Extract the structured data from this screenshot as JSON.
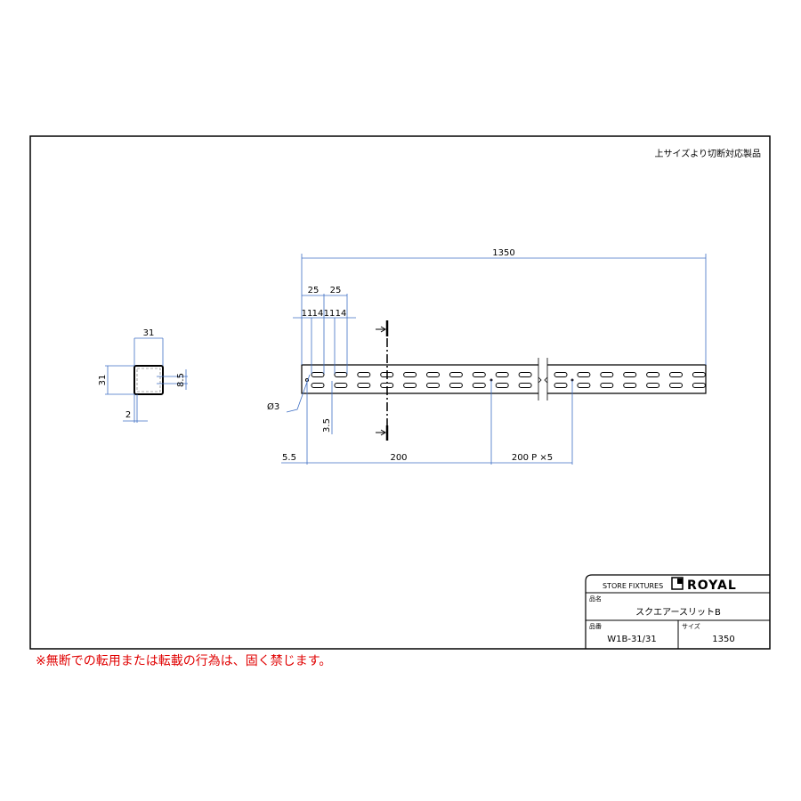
{
  "header_note": "上サイズより切断対応製品",
  "dimensions": {
    "overall_length": "1350",
    "pitch_a": "25",
    "pitch_b": "25",
    "d1": "11",
    "d2": "14",
    "d3": "11",
    "d4": "14",
    "hole_dia": "Ø3",
    "hole_offset_v": "3.5",
    "edge_offset": "5.5",
    "first_pitch": "200",
    "repeat_pitch": "200 P ×5",
    "section_width": "31",
    "section_height": "31",
    "section_thickness": "2",
    "section_slot": "8.5"
  },
  "title_block": {
    "company_label": "STORE FIXTURES",
    "brand": "ROYAL",
    "name_label": "品名",
    "name_value": "スクエアースリットB",
    "code_label": "品番",
    "code_value": "W1B-31/31",
    "size_label": "サイズ",
    "size_value": "1350"
  },
  "notice": "※無断での転用または転載の行為は、固く禁じます。",
  "colors": {
    "dimension": "#3f6fc4",
    "notice": "#e00000"
  }
}
